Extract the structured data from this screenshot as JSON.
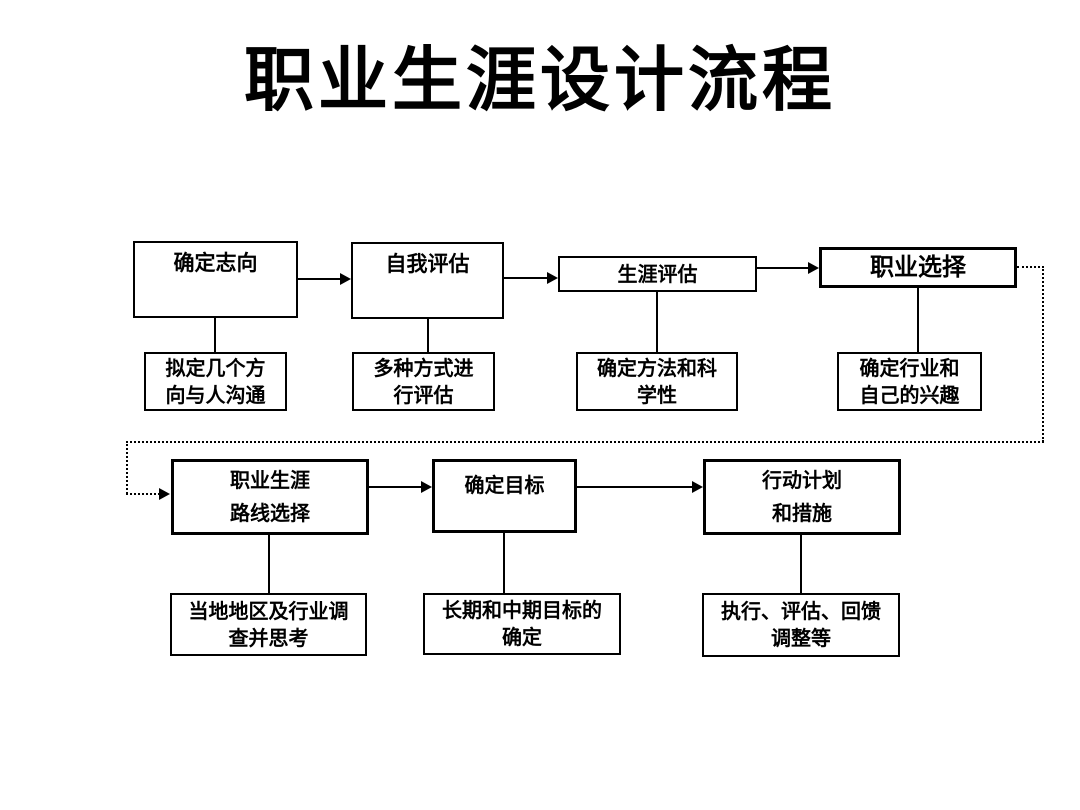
{
  "slide": {
    "title": "职业生涯设计流程",
    "background_color": "#ffffff",
    "line_color": "#000000",
    "box_fill_color": "#ffffff"
  },
  "flow": {
    "row1": {
      "ambition": {
        "label": "确定志向",
        "detail_line1": "拟定几个方",
        "detail_line2": "向与人沟通"
      },
      "self_assessment": {
        "label": "自我评估",
        "detail_line1": "多种方式进",
        "detail_line2": "行评估"
      },
      "career_assessment": {
        "label": "生涯评估",
        "detail_line1": "确定方法和科",
        "detail_line2": "学性"
      },
      "career_choice": {
        "label": "职业选择",
        "detail_line1": "确定行业和",
        "detail_line2": "自己的兴趣"
      }
    },
    "row2": {
      "route_selection": {
        "label_line1": "职业生涯",
        "label_line2": "路线选择",
        "detail_line1": "当地地区及行业调",
        "detail_line2": "查并思考"
      },
      "goal_setting": {
        "label": "确定目标",
        "detail_line1": "长期和中期目标的",
        "detail_line2": "确定"
      },
      "action_plan": {
        "label_line1": "行动计划",
        "label_line2": "和措施",
        "detail_line1": "执行、评估、回馈",
        "detail_line2": "调整等"
      }
    }
  }
}
